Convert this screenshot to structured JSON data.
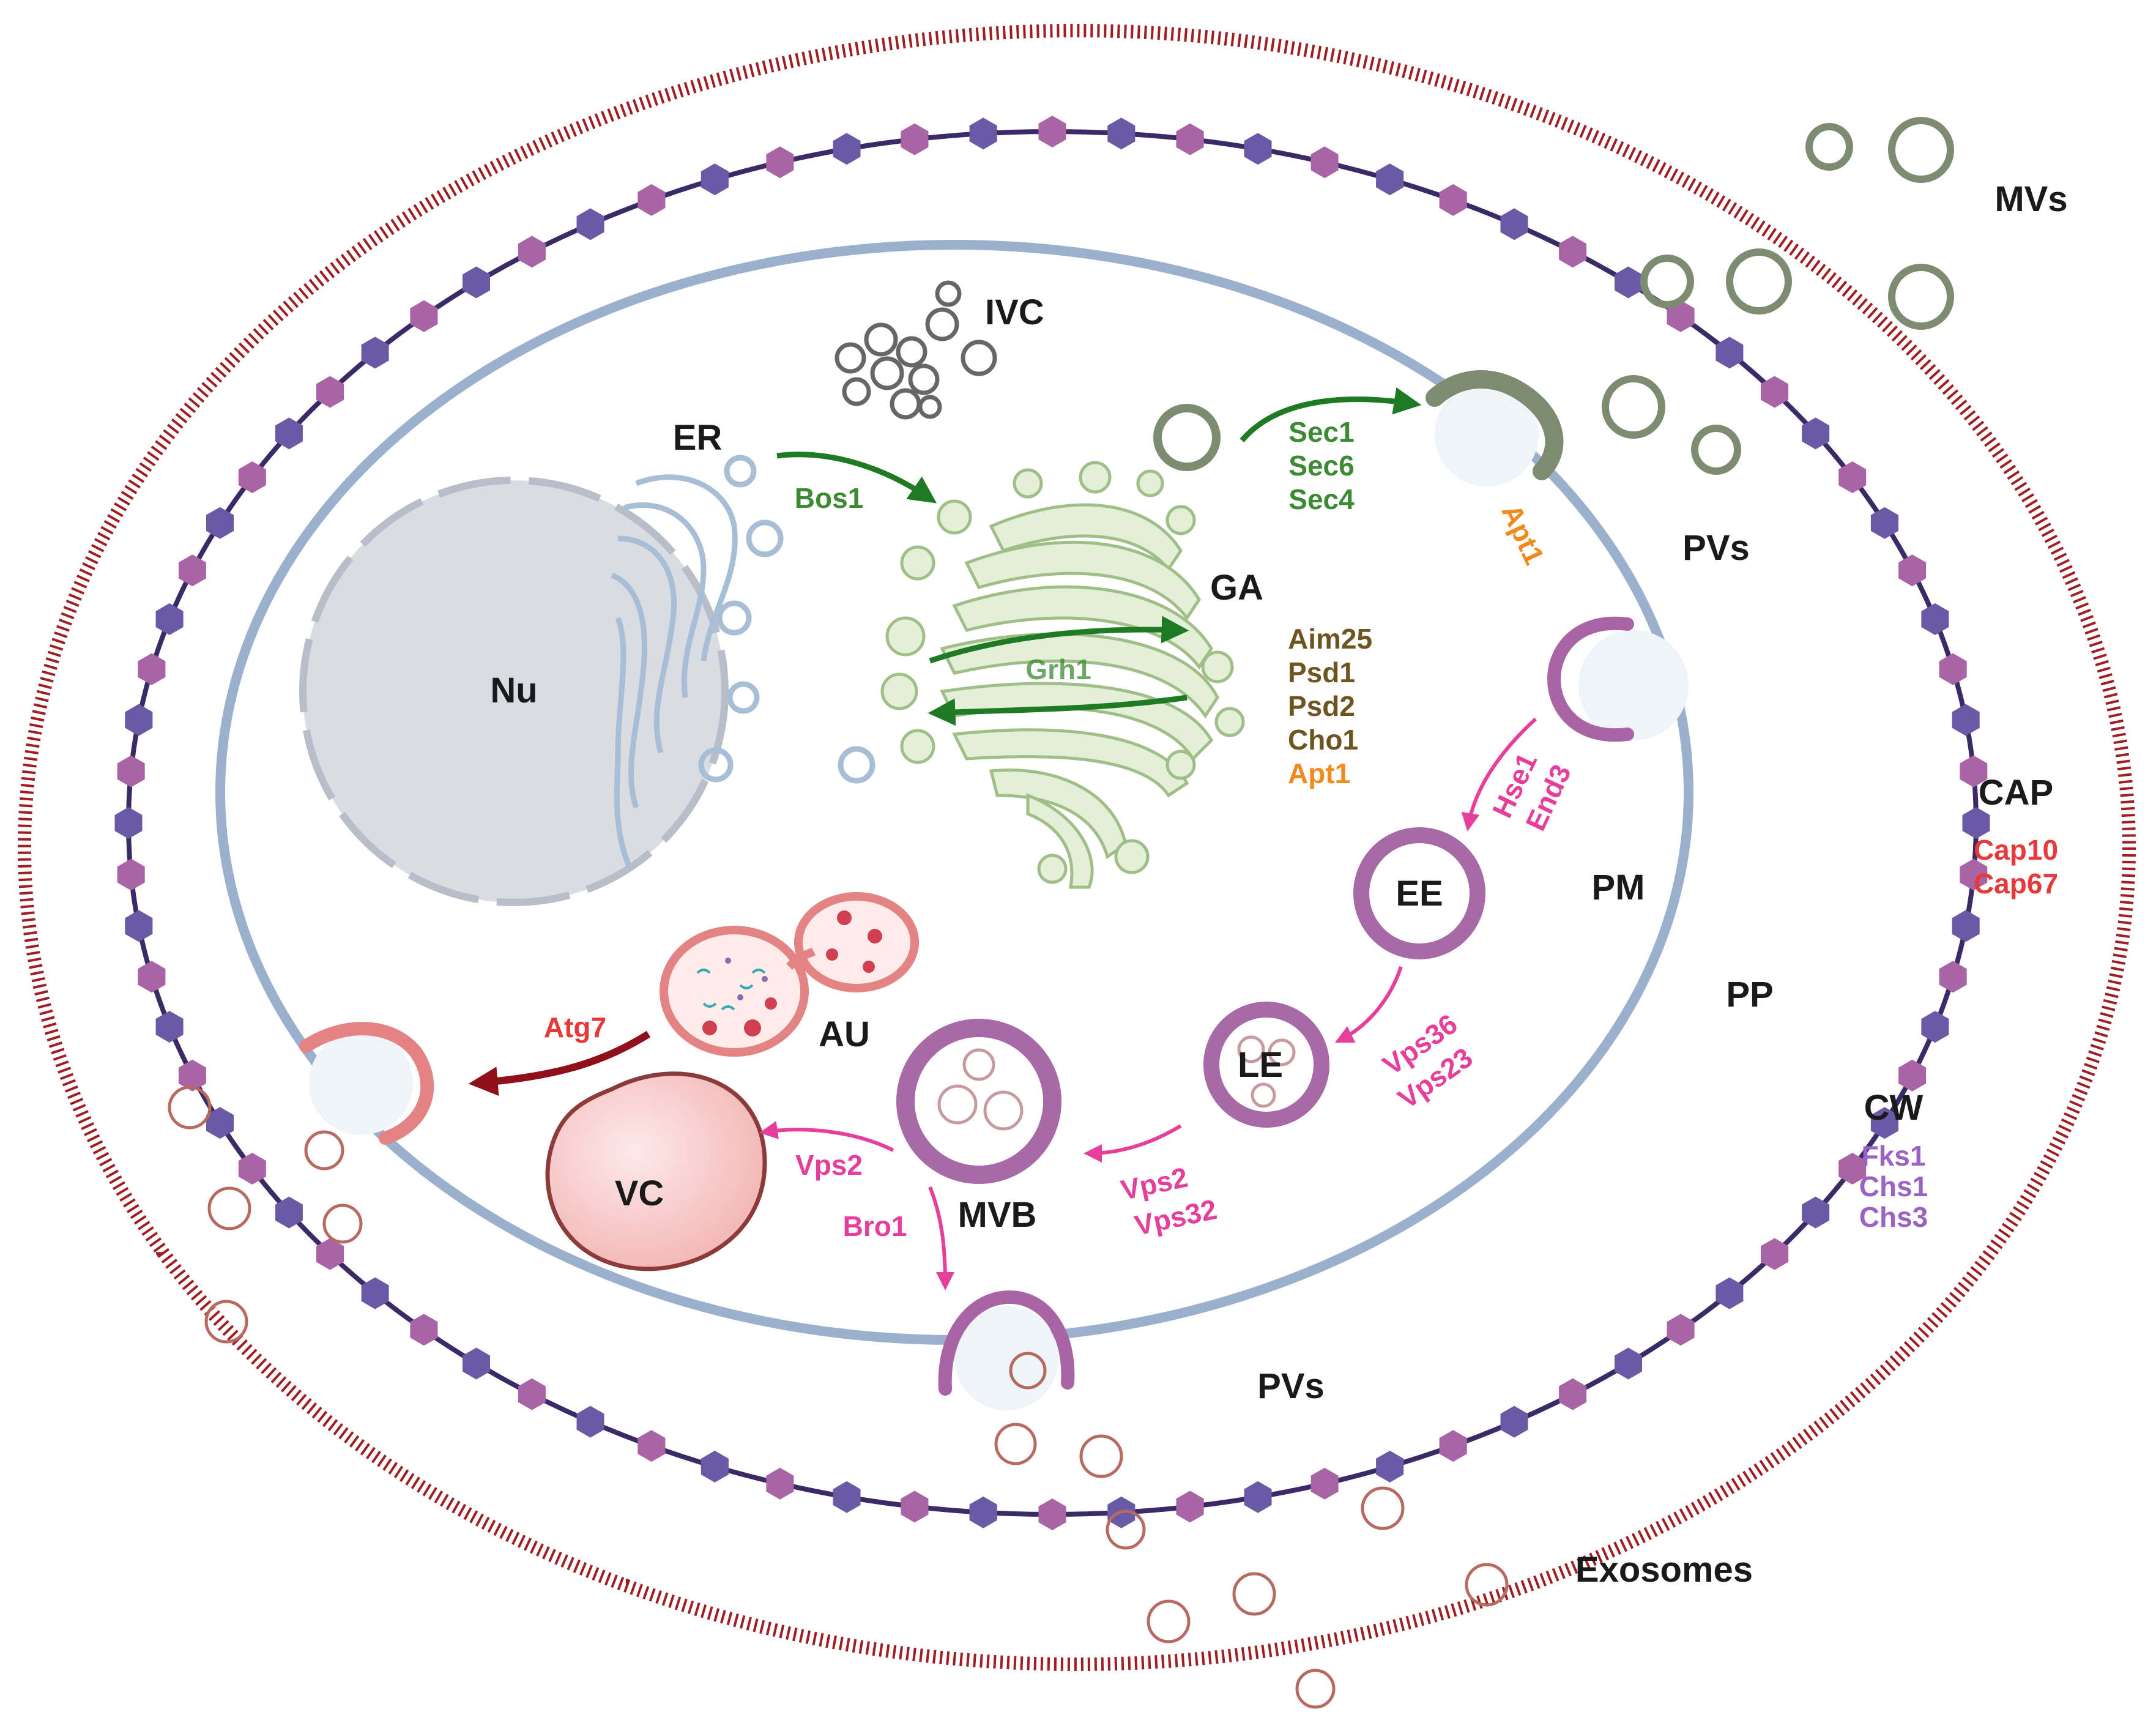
{
  "colors": {
    "capsule": "#9e1e24",
    "cell_wall_line": "#3a2a66",
    "hex_purple": "#6a5aa6",
    "hex_pink": "#a964a6",
    "plasma_membrane": "#9bb0cd",
    "golgi": "#e3efd6",
    "golgi_stroke": "#9fbe88",
    "nucleus": "#d9dce2",
    "endosome": "#a76aa6",
    "autophagy": "#e48383",
    "vacuole": "#f7c7c7",
    "mv_green": "#7d8c70",
    "exosome": "#b86a60",
    "green_arrow": "#1f7a24",
    "pink_arrow": "#e63e9b",
    "red_arrow": "#8f0f1b"
  },
  "labels": {
    "nucleus": "Nu",
    "er": "ER",
    "ivc": "IVC",
    "ga": "GA",
    "ee": "EE",
    "le": "LE",
    "mvb": "MVB",
    "vc": "VC",
    "au": "AU",
    "pm": "PM",
    "pp": "PP",
    "cw": "CW",
    "cap": "CAP",
    "mvs": "MVs",
    "pvs_top": "PVs",
    "pvs_bottom": "PVs",
    "exosomes": "Exosomes"
  },
  "proteins": {
    "bos1": "Bos1",
    "grh1": "Grh1",
    "sec": [
      "Sec1",
      "Sec6",
      "Sec4"
    ],
    "apt1_membrane": "Apt1",
    "golgi_list": [
      "Aim25",
      "Psd1",
      "Psd2",
      "Cho1"
    ],
    "golgi_apt1": "Apt1",
    "hse1_end3": [
      "Hse1",
      "End3"
    ],
    "vps36_vps23": [
      "Vps36",
      "Vps23"
    ],
    "vps2_vps32": [
      "Vps2",
      "Vps32"
    ],
    "vps2_vc": "Vps2",
    "bro1": "Bro1",
    "atg7": "Atg7",
    "cap_list": [
      "Cap10",
      "Cap67"
    ],
    "cw_list": [
      "Fks1",
      "Chs1",
      "Chs3"
    ]
  },
  "protein_colors": {
    "green": "#3c8a34",
    "brown": "#6e5420",
    "orange": "#f08a1c",
    "pink": "#e63e9b",
    "red": "#e8383a",
    "purple": "#9a62c2"
  }
}
